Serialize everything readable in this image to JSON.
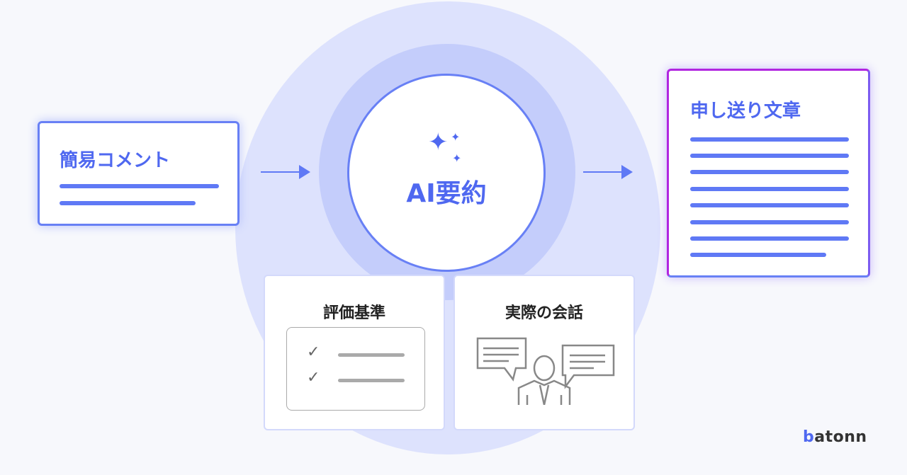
{
  "input": {
    "title": "簡易コメント"
  },
  "center": {
    "title": "AI要約",
    "icon": "sparkles-icon"
  },
  "output": {
    "title": "申し送り文章"
  },
  "sources": [
    {
      "title": "評価基準",
      "icon": "checklist-icon"
    },
    {
      "title": "実際の会話",
      "icon": "conversation-icon"
    }
  ],
  "logo": {
    "prefix": "b",
    "rest": "atonn"
  },
  "colors": {
    "accent": "#5f79f5",
    "output_border": "#b125e0"
  }
}
